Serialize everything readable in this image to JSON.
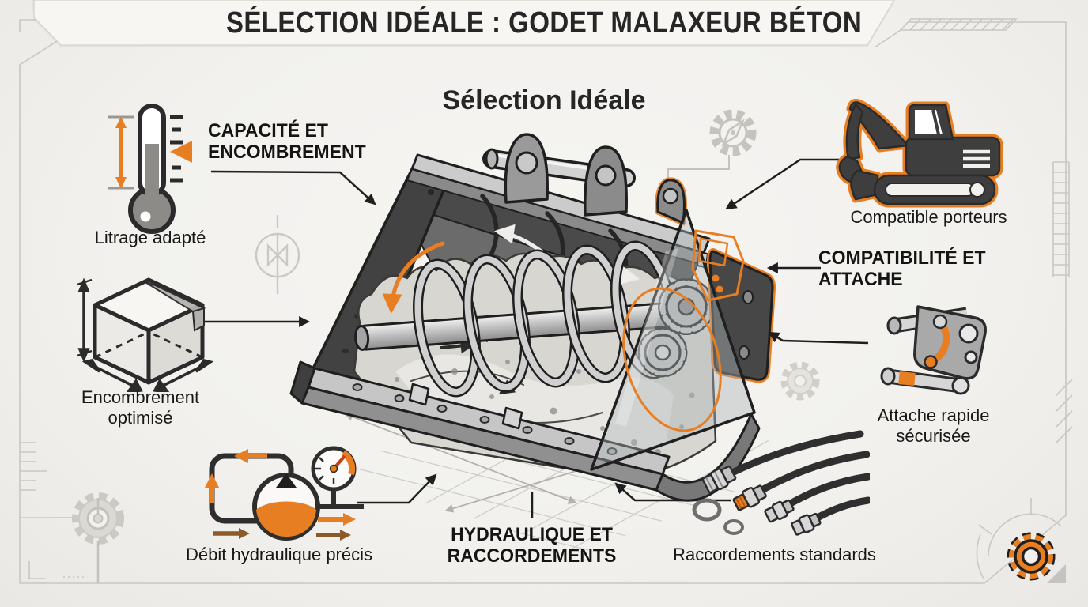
{
  "banner": {
    "title": "SÉLECTION IDÉALE : GODET MALAXEUR BÉTON"
  },
  "diagram": {
    "title": "Sélection Idéale",
    "subject": "godet malaxeur béton en écorché avec vis de malaxage"
  },
  "section_headings": {
    "capacity": "CAPACITÉ ET ENCOMBREMENT",
    "compatibility": "COMPATIBILITÉ ET ATTACHE",
    "hydraulics": "HYDRAULIQUE ET RACCORDEMENTS"
  },
  "callouts": {
    "litrage": {
      "label": "Litrage adapté",
      "icon": "thermometer-icon"
    },
    "encombrement": {
      "label": "Encombrement optimisé",
      "icon": "dimension-box-icon"
    },
    "debit": {
      "label": "Débit hydraulique précis",
      "icon": "hydraulic-flow-icon"
    },
    "porteurs": {
      "label": "Compatible porteurs",
      "icon": "excavator-icon"
    },
    "attache": {
      "label": "Attache rapide sécurisée",
      "icon": "quick-coupler-icon"
    },
    "raccordements": {
      "label": "Raccordements standards",
      "icon": "hydraulic-hoses-icon"
    }
  },
  "decorative_icons": [
    "gear-icon",
    "compass-gear-icon",
    "orange-gear-icon",
    "valve-symbol-icon",
    "blueprint-grid",
    "technical-frame"
  ],
  "colors": {
    "accent_orange": "#e87e22",
    "ink": "#1d1d1d",
    "line_gray": "#c9c7c2",
    "background": "#f2f1ee",
    "steel_gray": "#8e8e8e",
    "concrete": "#d8d6d1"
  }
}
